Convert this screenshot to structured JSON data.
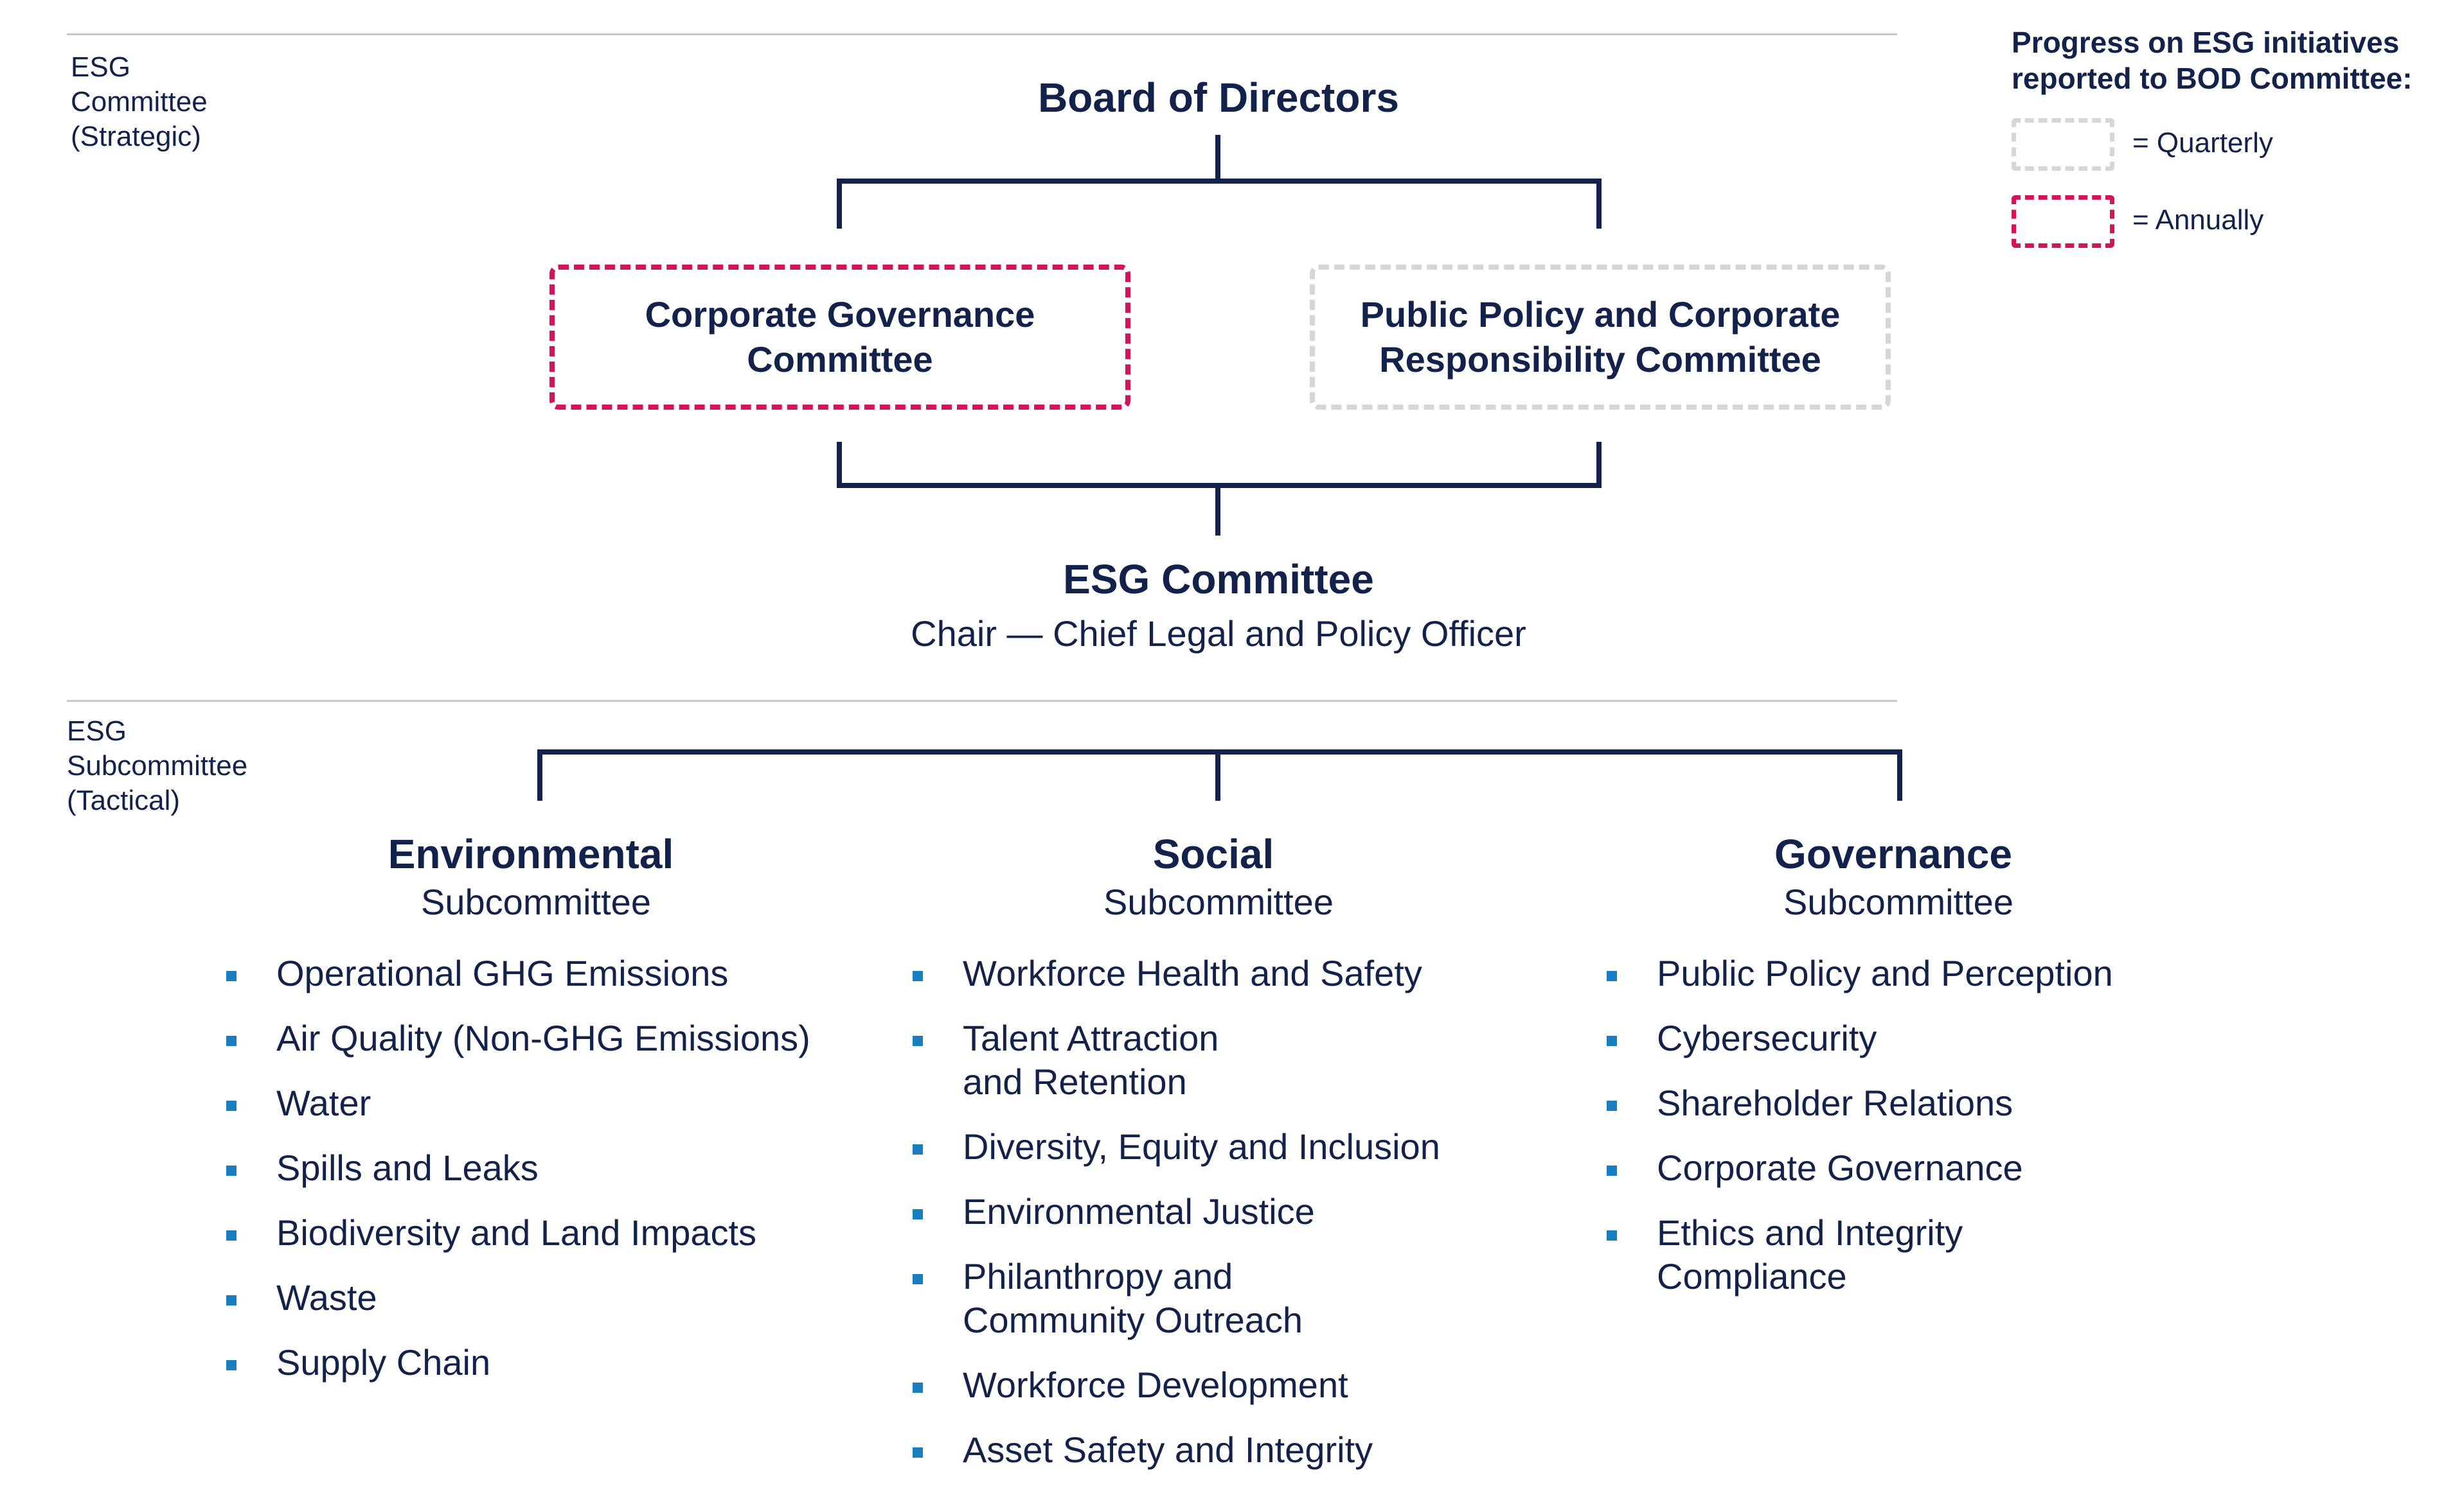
{
  "tiers": {
    "strategic": "ESG\nCommittee\n(Strategic)",
    "tactical": "ESG\nSubcommittee\n(Tactical)"
  },
  "board": {
    "title": "Board of Directors"
  },
  "committees": {
    "corporate_governance": "Corporate Governance\nCommittee",
    "public_policy": "Public Policy and Corporate\nResponsibility Committee"
  },
  "esg_committee": {
    "title": "ESG Committee",
    "chair": "Chair — Chief Legal and Policy Officer"
  },
  "legend": {
    "title": "Progress on ESG initiatives\nreported to BOD Committee:",
    "quarterly": "=  Quarterly",
    "annually": "=  Annually"
  },
  "subcommittees": {
    "environmental": {
      "title": "Environmental",
      "subtitle": "Subcommittee",
      "items": [
        "Operational GHG Emissions",
        "Air Quality (Non-GHG Emissions)",
        "Water",
        "Spills and Leaks",
        "Biodiversity and Land Impacts",
        "Waste",
        "Supply Chain"
      ]
    },
    "social": {
      "title": "Social",
      "subtitle": "Subcommittee",
      "items": [
        "Workforce Health and Safety",
        "Talent Attraction\nand Retention",
        "Diversity, Equity and Inclusion",
        "Environmental Justice",
        "Philanthropy and\nCommunity Outreach",
        "Workforce Development",
        "Asset Safety and Integrity"
      ]
    },
    "governance": {
      "title": "Governance",
      "subtitle": "Subcommittee",
      "items": [
        "Public Policy and Perception",
        "Cybersecurity",
        "Shareholder Relations",
        "Corporate Governance",
        "Ethics and Integrity\nCompliance"
      ]
    }
  },
  "colors": {
    "navy": "#13224a",
    "annual_border": "#d4145a",
    "quarterly_border": "#d6d6d6",
    "bullet": "#1a7dc0"
  }
}
